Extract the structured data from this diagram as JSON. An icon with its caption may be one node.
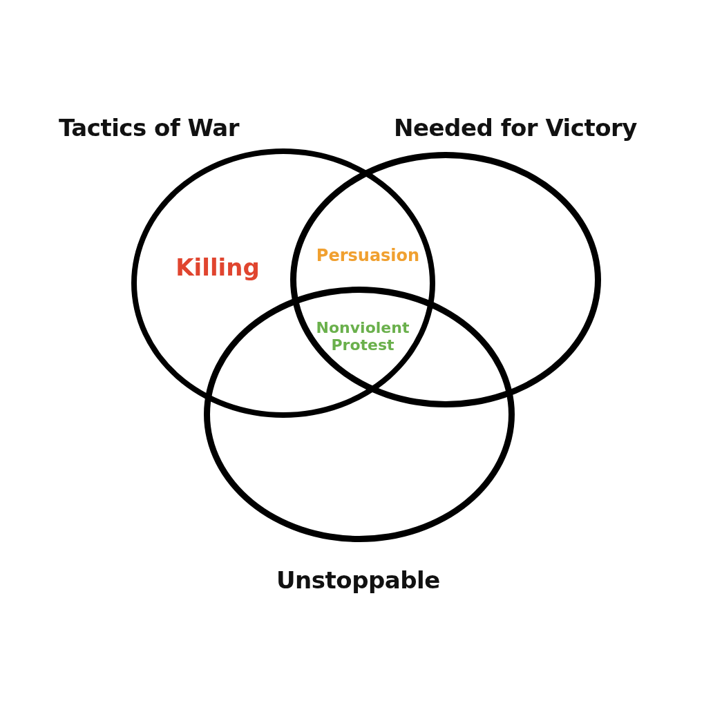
{
  "diagram": {
    "nodes": [
      {
        "text": [
          "Tactics of War"
        ]
      },
      {
        "text": [
          "Needed for Victory"
        ]
      },
      {
        "text": [
          "Unstoppable"
        ]
      }
    ],
    "labels": [
      "Killing",
      "Persuasion",
      "Nonviolent Protest"
    ]
  }
}
